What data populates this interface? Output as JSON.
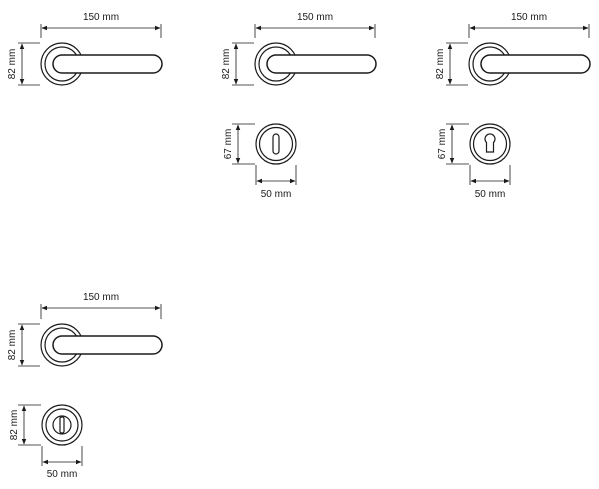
{
  "drawings": {
    "handle_top_left": {
      "width_label": "150 mm",
      "height_label": "82 mm"
    },
    "handle_top_middle": {
      "width_label": "150 mm",
      "height_label": "82 mm"
    },
    "handle_top_right": {
      "width_label": "150 mm",
      "height_label": "82 mm"
    },
    "handle_bottom_left": {
      "width_label": "150 mm",
      "height_label": "82 mm"
    },
    "rosette_keyhole": {
      "width_label": "50 mm",
      "height_label": "67 mm"
    },
    "rosette_euro_cylinder": {
      "width_label": "50 mm",
      "height_label": "67 mm"
    },
    "rosette_thumbturn": {
      "width_label": "50 mm",
      "height_label": "82 mm"
    }
  }
}
